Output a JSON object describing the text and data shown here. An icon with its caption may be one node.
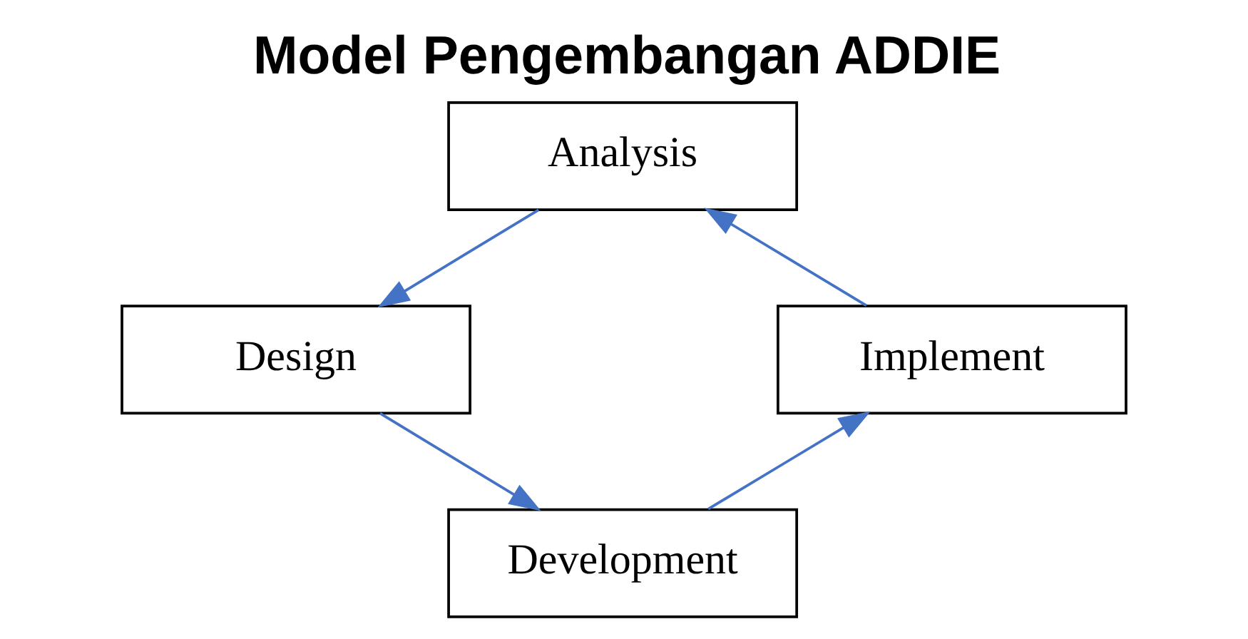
{
  "diagram": {
    "title": "Model Pengembangan ADDIE",
    "nodes": [
      {
        "text": [
          "Analysis"
        ]
      },
      {
        "text": [
          "Design"
        ]
      },
      {
        "text": [
          "Development"
        ]
      },
      {
        "text": [
          "Implement"
        ]
      }
    ],
    "edges": [
      {
        "from": 0,
        "to": 1,
        "arrow": "to"
      },
      {
        "from": 1,
        "to": 2,
        "arrow": "to"
      },
      {
        "from": 2,
        "to": 3,
        "arrow": "to"
      },
      {
        "from": 3,
        "to": 0,
        "arrow": "to"
      }
    ]
  }
}
